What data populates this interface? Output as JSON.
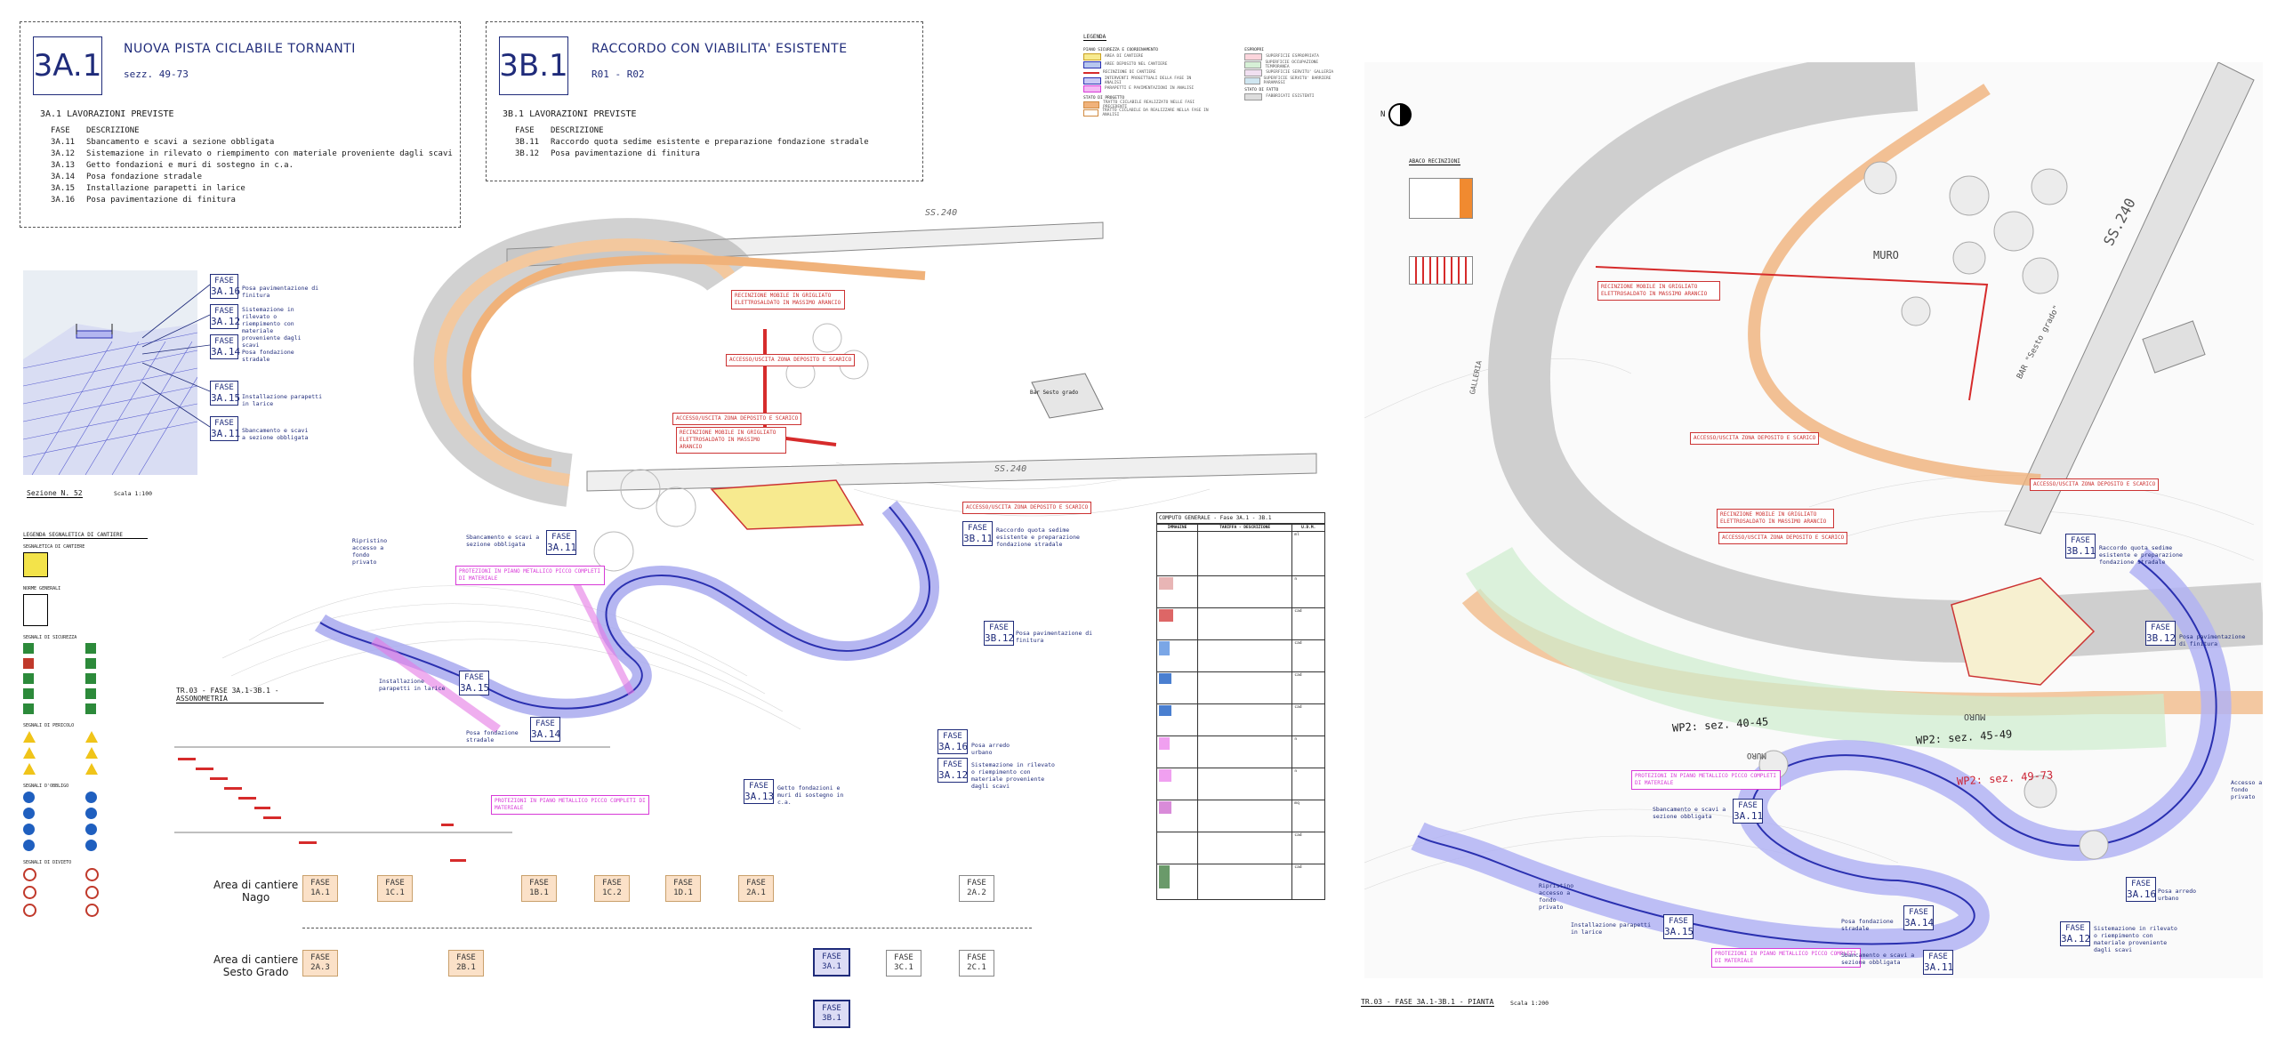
{
  "panel_3a1": {
    "code": "3A.1",
    "title": "NUOVA PISTA CICLABILE TORNANTI",
    "subtitle": "sezz. 49-73",
    "works_title": "3A.1 LAVORAZIONI PREVISTE",
    "col_fase": "FASE",
    "col_desc": "DESCRIZIONE",
    "rows": [
      {
        "fase": "3A.11",
        "desc": "Sbancamento e scavi a sezione obbligata"
      },
      {
        "fase": "3A.12",
        "desc": "Sistemazione in rilevato o riempimento con materiale proveniente dagli scavi"
      },
      {
        "fase": "3A.13",
        "desc": "Getto fondazioni e muri di sostegno in c.a."
      },
      {
        "fase": "3A.14",
        "desc": "Posa fondazione stradale"
      },
      {
        "fase": "3A.15",
        "desc": "Installazione parapetti in larice"
      },
      {
        "fase": "3A.16",
        "desc": "Posa pavimentazione di finitura"
      }
    ]
  },
  "panel_3b1": {
    "code": "3B.1",
    "title": "RACCORDO CON VIABILITA' ESISTENTE",
    "subtitle": "R01 - R02",
    "works_title": "3B.1 LAVORAZIONI PREVISTE",
    "col_fase": "FASE",
    "col_desc": "DESCRIZIONE",
    "rows": [
      {
        "fase": "3B.11",
        "desc": "Raccordo quota sedime esistente e preparazione fondazione stradale"
      },
      {
        "fase": "3B.12",
        "desc": "Posa pavimentazione di finitura"
      }
    ]
  },
  "section": {
    "title": "Sezione N. 52",
    "scale": "Scala 1:100",
    "phases": [
      {
        "label": "FASE",
        "code": "3A.16",
        "desc": "Posa pavimentazione di finitura"
      },
      {
        "label": "FASE",
        "code": "3A.12",
        "desc": "Sistemazione in rilevato o riempimento con materiale proveniente dagli scavi"
      },
      {
        "label": "FASE",
        "code": "3A.14",
        "desc": "Posa fondazione stradale"
      },
      {
        "label": "FASE",
        "code": "3A.15",
        "desc": "Installazione parapetti in larice"
      },
      {
        "label": "FASE",
        "code": "3A.11",
        "desc": "Sbancamento e scavi a sezione obbligata"
      }
    ]
  },
  "legend_left": {
    "title": "LEGENDA SEGNALETICA DI CANTIERE",
    "groups": [
      "SEGNALETICA DI CANTIERE",
      "NORME GENERALI",
      "SEGNALI DI SICUREZZA",
      "SEGNALI DI PERICOLO",
      "SEGNALI D'OBBLIGO",
      "SEGNALI DI DIVIETO"
    ]
  },
  "axon": {
    "title": "TR.03 - FASE 3A.1-3B.1 - ASSONOMETRIA",
    "road_label_1": "SS.240",
    "road_label_2": "SS.240",
    "bar_label": "Bar Sesto grado",
    "red_labels": [
      "RECINZIONE MOBILE IN GRIGLIATO ELETTROSALDATO IN MASSIMO ARANCIO",
      "ACCESSO/USCITA ZONA DEPOSITO E SCARICO",
      "ACCESSO/USCITA ZONA DEPOSITO E SCARICO",
      "RECINZIONE MOBILE IN GRIGLIATO ELETTROSALDATO IN MASSIMO ARANCIO",
      "ACCESSO/USCITA ZONA DEPOSITO E SCARICO"
    ],
    "pink_labels": [
      "PROTEZIONI IN PIANO METALLICO PICCO COMPLETI DI MATERIALE",
      "PROTEZIONI IN PIANO METALLICO PICCO COMPLETI DI MATERIALE"
    ],
    "phases": [
      {
        "code": "3A.11",
        "desc": "Sbancamento e scavi a sezione obbligata"
      },
      {
        "code": "3B.11",
        "desc": "Raccordo quota sedime esistente e preparazione fondazione stradale"
      },
      {
        "code": "3B.12",
        "desc": "Posa pavimentazione di finitura"
      },
      {
        "code": "3A.15",
        "desc": "Installazione parapetti in larice"
      },
      {
        "code": "3A.14",
        "desc": "Posa fondazione stradale"
      },
      {
        "code": "3A.16",
        "desc": "Posa arredo urbano"
      },
      {
        "code": "3A.12",
        "desc": "Sistemazione in rilevato o riempimento con materiale proveniente dagli scavi"
      },
      {
        "code": "3A.13",
        "desc": "Getto fondazioni e muri di sostegno in c.a."
      }
    ],
    "side_note": "Ripristino accesso a fondo privato"
  },
  "gantt": {
    "row1_label": "Area di cantiere",
    "row1_sub": "Nago",
    "row2_label": "Area di cantiere",
    "row2_sub": "Sesto Grado",
    "row1": [
      {
        "fase": "FASE",
        "code": "1A.1"
      },
      {
        "fase": "FASE",
        "code": "1C.1"
      },
      {
        "fase": "FASE",
        "code": "1B.1"
      },
      {
        "fase": "FASE",
        "code": "1C.2"
      },
      {
        "fase": "FASE",
        "code": "1D.1"
      },
      {
        "fase": "FASE",
        "code": "2A.1"
      },
      {
        "fase": "FASE",
        "code": "2A.2"
      }
    ],
    "row2": [
      {
        "fase": "FASE",
        "code": "2A.3"
      },
      {
        "fase": "FASE",
        "code": "2B.1"
      },
      {
        "fase": "FASE",
        "code": "3A.1"
      },
      {
        "fase": "FASE",
        "code": "3C.1"
      },
      {
        "fase": "FASE",
        "code": "2C.1"
      }
    ],
    "current": {
      "fase": "FASE",
      "code": "3B.1"
    }
  },
  "legenda": {
    "title": "LEGENDA",
    "col1_title": "PIANO SICUREZZA E COORDINAMENTO",
    "col2_title": "ESPROPRI",
    "col1": [
      "AREA DI CANTIERE",
      "AREE DEPOSITO NEL CANTIERE",
      "RECINZIONE DI CANTIERE",
      "INTERVENTI PROGETTUALI DELLA FASE IN ANALISI",
      "PARAPETTI E PAVIMENTAZIONI IN ANALISI"
    ],
    "col2": [
      "SUPERFICIE ESPROPRIATA",
      "SUPERFICIE OCCUPAZIONE TEMPORANEA",
      "SUPERFICIE SERVITU' GALLERIA",
      "SUPERFICIE SERVITU' BARRIERE PARAMASSI"
    ],
    "stato_progetto": "STATO DI PROGETTO",
    "stato_fatto": "STATO DI FATTO",
    "sp1": "TRATTO CICLABILE REALIZZATO NELLE FASI PRECEDENTI",
    "sp2": "TRATTO CICLABILE DA REALIZZARE NELLA FASE IN ANALISI",
    "sf1": "FABBRICATI ESISTENTI"
  },
  "computo": {
    "title": "COMPUTO GENERALE - Fase 3A.1 - 3B.1",
    "headers": [
      "IMMAGINE",
      "TARIFFA - DESCRIZIONE",
      "U.D.M."
    ],
    "rows": [
      "ml",
      "n",
      "cad",
      "cad",
      "cad",
      "cad",
      "n",
      "n",
      "mq",
      "cad",
      "cad"
    ]
  },
  "plan": {
    "title": "TR.03 - FASE 3A.1-3B.1 - PIANTA",
    "scale": "Scala 1:200",
    "north": "N",
    "abaco": "ABACO RECINZIONI",
    "road": "SS.240",
    "muro1": "MURO",
    "muro2": "MURO",
    "muro3": "MURO",
    "bar": "BAR \"Sesto grado\"",
    "wp1": "WP2: sez. 40-45",
    "wp2": "WP2: sez. 45-49",
    "wp3": "WP2: sez. 49-73",
    "galleria": "GALLERIA",
    "red_labels": [
      "RECINZIONE MOBILE IN GRIGLIATO ELETTROSALDATO IN MASSIMO ARANCIO",
      "ACCESSO/USCITA ZONA DEPOSITO E SCARICO",
      "ACCESSO/USCITA ZONA DEPOSITO E SCARICO",
      "RECINZIONE MOBILE IN GRIGLIATO ELETTROSALDATO IN MASSIMO ARANCIO",
      "ACCESSO/USCITA ZONA DEPOSITO E SCARICO"
    ],
    "pink_labels": [
      "PROTEZIONI IN PIANO METALLICO PICCO COMPLETI DI MATERIALE",
      "PROTEZIONI IN PIANO METALLICO PICCO COMPLETI DI MATERIALE"
    ],
    "phases": [
      {
        "code": "3B.11",
        "desc": "Raccordo quota sedime esistente e preparazione fondazione stradale"
      },
      {
        "code": "3B.12",
        "desc": "Posa pavimentazione di finitura"
      },
      {
        "code": "3A.11",
        "desc": "Sbancamento e scavi a sezione obbligata"
      },
      {
        "code": "3A.16",
        "desc": "Posa arredo urbano"
      },
      {
        "code": "3A.14",
        "desc": "Posa fondazione stradale"
      },
      {
        "code": "3A.15",
        "desc": "Installazione parapetti in larice"
      },
      {
        "code": "3A.12",
        "desc": "Sistemazione in rilevato o riempimento con materiale proveniente dagli scavi"
      },
      {
        "code": "3A.11",
        "desc": "Sbancamento e scavi a sezione obbligata"
      }
    ],
    "side_note": "Ripristino accesso a fondo privato",
    "side_note_r": "Accesso a fondo privato"
  }
}
